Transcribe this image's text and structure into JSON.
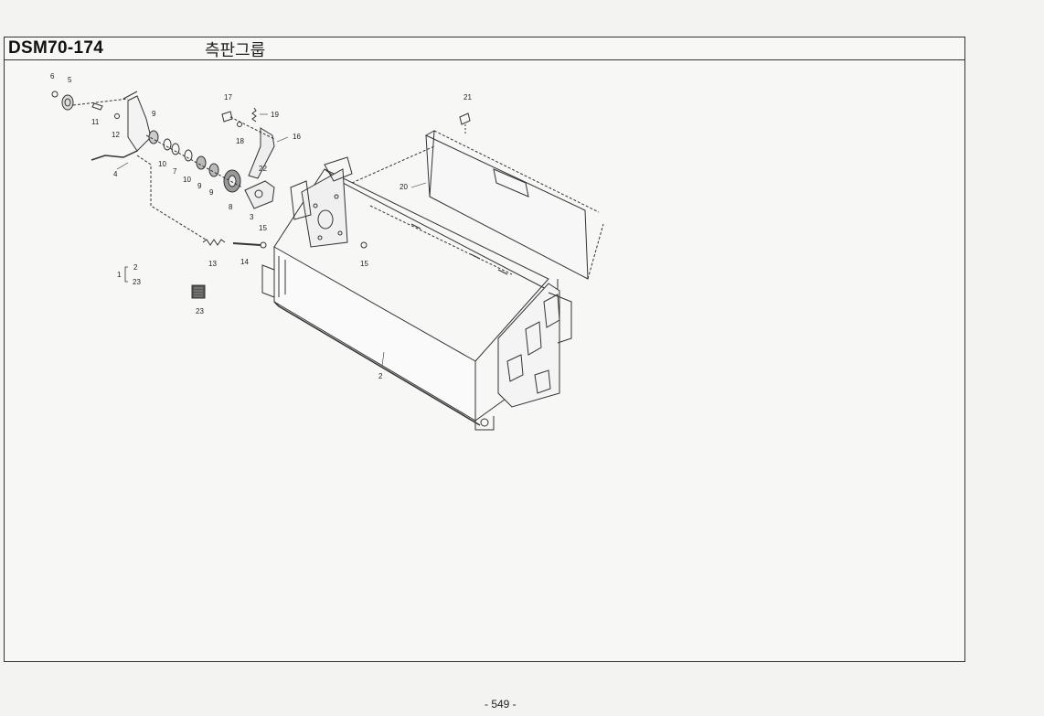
{
  "header": {
    "code": "DSM70-174",
    "title": "측판그룹"
  },
  "callouts": [
    {
      "num": "6"
    },
    {
      "num": "5"
    },
    {
      "num": "11"
    },
    {
      "num": "12"
    },
    {
      "num": "4"
    },
    {
      "num": "9"
    },
    {
      "num": "10"
    },
    {
      "num": "7"
    },
    {
      "num": "10"
    },
    {
      "num": "9"
    },
    {
      "num": "9"
    },
    {
      "num": "8"
    },
    {
      "num": "17"
    },
    {
      "num": "18"
    },
    {
      "num": "19"
    },
    {
      "num": "16"
    },
    {
      "num": "22"
    },
    {
      "num": "3"
    },
    {
      "num": "15"
    },
    {
      "num": "13"
    },
    {
      "num": "14"
    },
    {
      "num": "15"
    },
    {
      "num": "21"
    },
    {
      "num": "20"
    },
    {
      "num": "2"
    },
    {
      "num": "23"
    }
  ],
  "kit_legend": {
    "parent": "1",
    "children": [
      "2",
      "23"
    ]
  },
  "footer": {
    "page": "- 549 -"
  }
}
